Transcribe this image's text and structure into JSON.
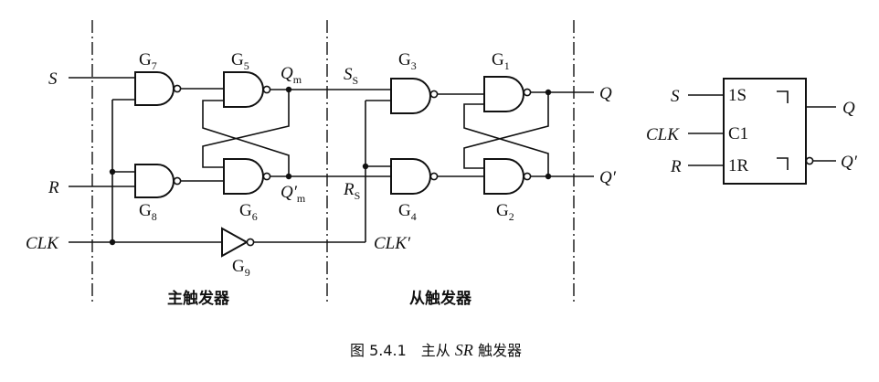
{
  "inputs": {
    "s": "S",
    "r": "R",
    "clk": "CLK"
  },
  "master_outputs": {
    "qm": "Q",
    "qm_sub": "m",
    "qm_bar": "Q′",
    "qm_bar_sub": "m"
  },
  "slave_inputs": {
    "ss": "S",
    "ss_sub": "S",
    "rs": "R",
    "rs_sub": "S",
    "clk_bar": "CLK′"
  },
  "outputs": {
    "q": "Q",
    "q_bar": "Q′"
  },
  "gates": {
    "g1": "G",
    "g1_sub": "1",
    "g2": "G",
    "g2_sub": "2",
    "g3": "G",
    "g3_sub": "3",
    "g4": "G",
    "g4_sub": "4",
    "g5": "G",
    "g5_sub": "5",
    "g6": "G",
    "g6_sub": "6",
    "g7": "G",
    "g7_sub": "7",
    "g8": "G",
    "g8_sub": "8",
    "g9": "G",
    "g9_sub": "9"
  },
  "sections": {
    "master": "主触发器",
    "slave": "从触发器"
  },
  "symbol": {
    "pin_1s": "1S",
    "pin_c1": "C1",
    "pin_1r": "1R",
    "s": "S",
    "clk": "CLK",
    "r": "R",
    "q": "Q",
    "q_bar": "Q′"
  },
  "caption": {
    "prefix": "图 5.4.1　主从 ",
    "sr": "SR",
    "suffix": " 触发器"
  }
}
